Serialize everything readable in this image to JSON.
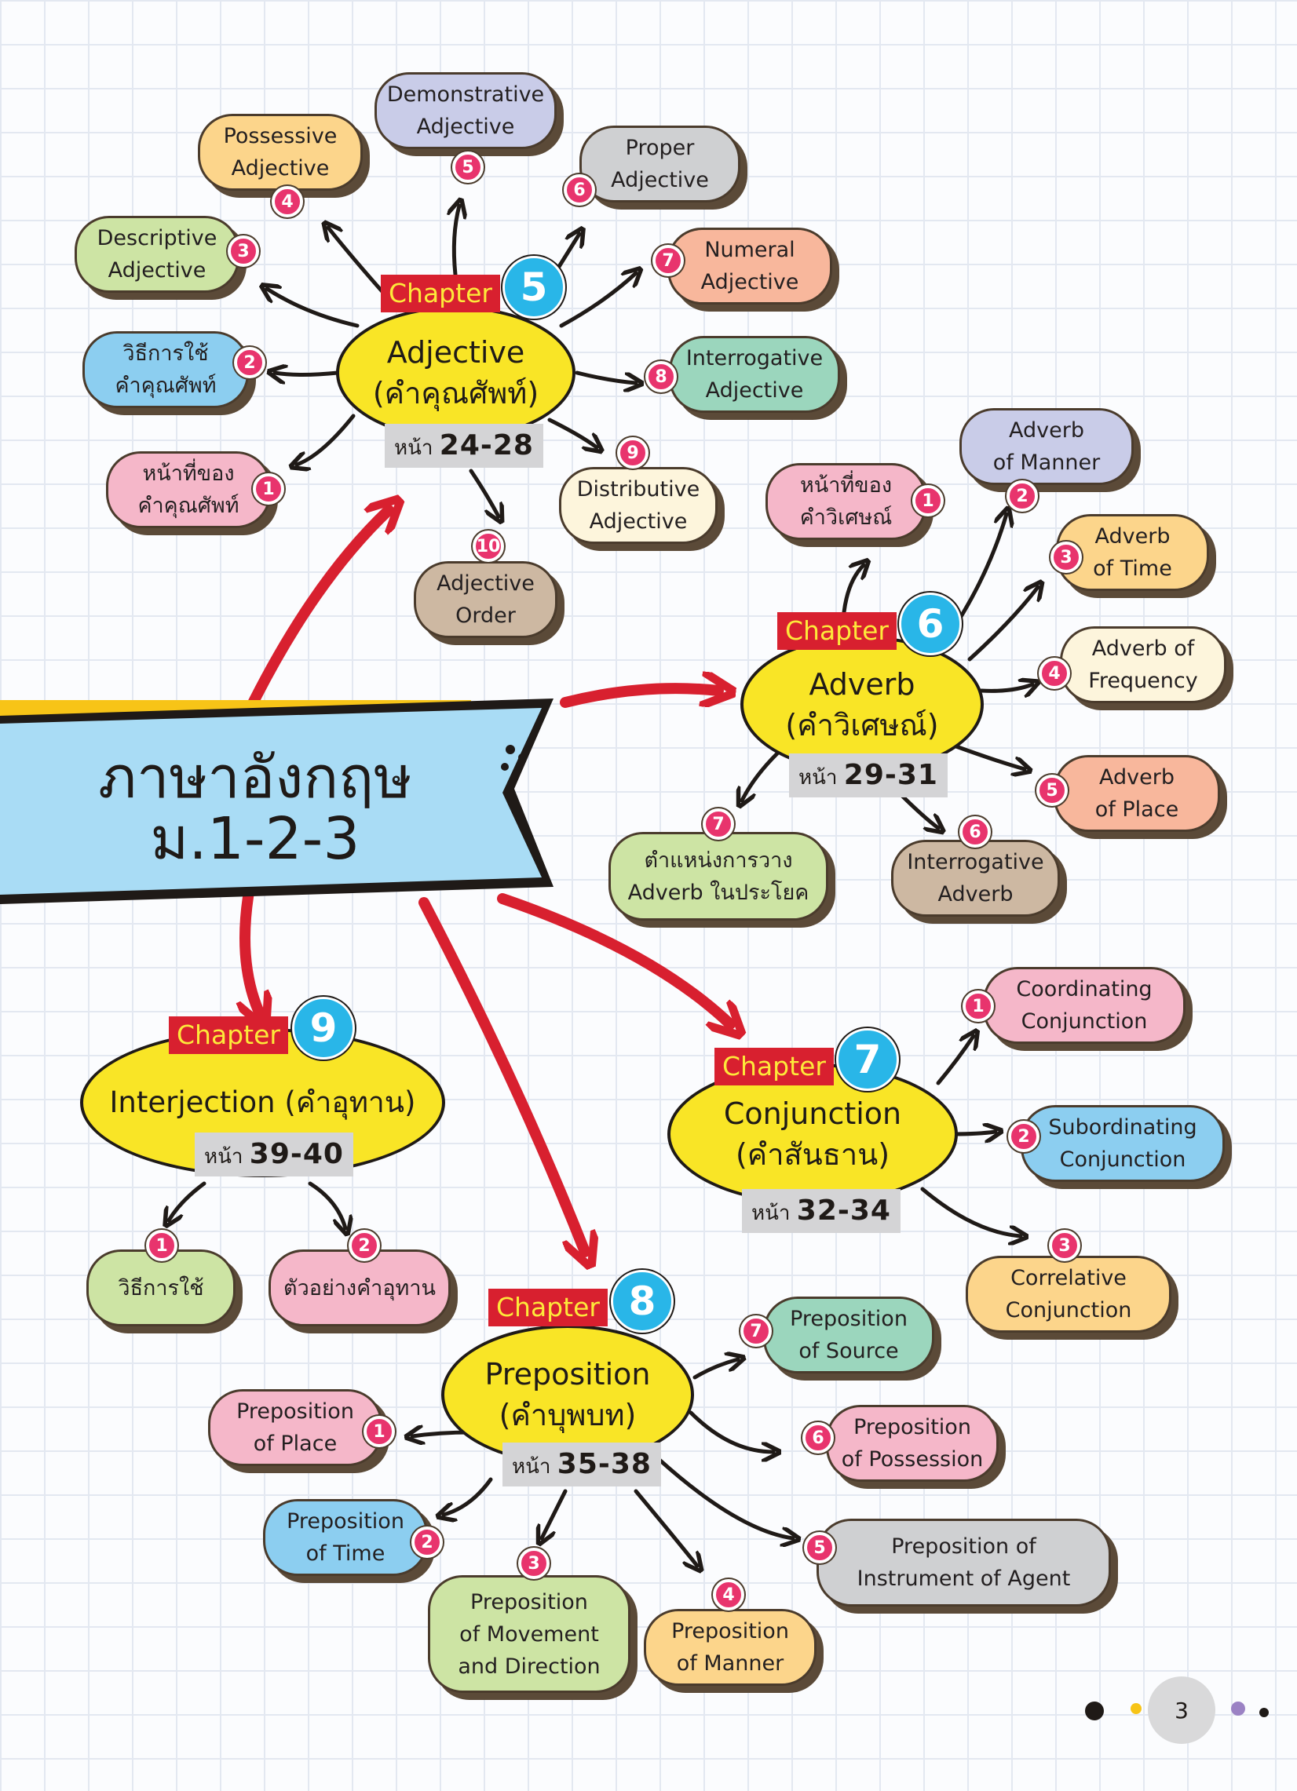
{
  "title": {
    "line1": "ภาษาอังกฤษ",
    "line2": "ม.1-2-3"
  },
  "chapters": {
    "adjective": {
      "chapter_label": "Chapter",
      "number": "5",
      "name": "Adjective\n(คำคุณศัพท์)",
      "pages_prefix": "หน้า",
      "pages_range": "24-28",
      "items": [
        {
          "num": "1",
          "label": "หน้าที่ของ\nคำคุณศัพท์",
          "color": "#f5b7c9"
        },
        {
          "num": "2",
          "label": "วิธีการใช้\nคำคุณศัพท์",
          "color": "#8ccef0"
        },
        {
          "num": "3",
          "label": "Descriptive\nAdjective",
          "color": "#cde4a4"
        },
        {
          "num": "4",
          "label": "Possessive\nAdjective",
          "color": "#fcd58b"
        },
        {
          "num": "5",
          "label": "Demonstrative\nAdjective",
          "color": "#c9cce8"
        },
        {
          "num": "6",
          "label": "Proper\nAdjective",
          "color": "#cfd0d2"
        },
        {
          "num": "7",
          "label": "Numeral\nAdjective",
          "color": "#f8b79c"
        },
        {
          "num": "8",
          "label": "Interrogative\nAdjective",
          "color": "#9bd6bd"
        },
        {
          "num": "9",
          "label": "Distributive\nAdjective",
          "color": "#fdf5dc"
        },
        {
          "num": "10",
          "label": "Adjective\nOrder",
          "color": "#cdb8a2"
        }
      ]
    },
    "adverb": {
      "chapter_label": "Chapter",
      "number": "6",
      "name": "Adverb\n(คำวิเศษณ์)",
      "pages_prefix": "หน้า",
      "pages_range": "29-31",
      "items": [
        {
          "num": "1",
          "label": "หน้าที่ของ\nคำวิเศษณ์",
          "color": "#f5b7c9"
        },
        {
          "num": "2",
          "label": "Adverb\nof Manner",
          "color": "#c9cce8"
        },
        {
          "num": "3",
          "label": "Adverb\nof Time",
          "color": "#fcd58b"
        },
        {
          "num": "4",
          "label": "Adverb of\nFrequency",
          "color": "#fdf5dc"
        },
        {
          "num": "5",
          "label": "Adverb\nof Place",
          "color": "#f8b79c"
        },
        {
          "num": "6",
          "label": "Interrogative\nAdverb",
          "color": "#cdb8a2"
        },
        {
          "num": "7",
          "label": "ตำแหน่งการวาง\nAdverb ในประโยค",
          "color": "#cde4a4"
        }
      ]
    },
    "conjunction": {
      "chapter_label": "Chapter",
      "number": "7",
      "name": "Conjunction\n(คำสันธาน)",
      "pages_prefix": "หน้า",
      "pages_range": "32-34",
      "items": [
        {
          "num": "1",
          "label": "Coordinating\nConjunction",
          "color": "#f5b7c9"
        },
        {
          "num": "2",
          "label": "Subordinating\nConjunction",
          "color": "#8ccef0"
        },
        {
          "num": "3",
          "label": "Correlative\nConjunction",
          "color": "#fcd58b"
        }
      ]
    },
    "preposition": {
      "chapter_label": "Chapter",
      "number": "8",
      "name": "Preposition\n(คำบุพบท)",
      "pages_prefix": "หน้า",
      "pages_range": "35-38",
      "items": [
        {
          "num": "1",
          "label": "Preposition\nof Place",
          "color": "#f5b7c9"
        },
        {
          "num": "2",
          "label": "Preposition\nof Time",
          "color": "#8ccef0"
        },
        {
          "num": "3",
          "label": "Preposition\nof Movement\nand Direction",
          "color": "#cde4a4"
        },
        {
          "num": "4",
          "label": "Preposition\nof Manner",
          "color": "#fcd58b"
        },
        {
          "num": "5",
          "label": "Preposition of\nInstrument of Agent",
          "color": "#cfd0d2"
        },
        {
          "num": "6",
          "label": "Preposition\nof Possession",
          "color": "#f5b7c9"
        },
        {
          "num": "7",
          "label": "Preposition\nof Source",
          "color": "#9bd6bd"
        }
      ]
    },
    "interjection": {
      "chapter_label": "Chapter",
      "number": "9",
      "name": "Interjection (คำอุทาน)",
      "pages_prefix": "หน้า",
      "pages_range": "39-40",
      "items": [
        {
          "num": "1",
          "label": "วิธีการใช้",
          "color": "#cde4a4"
        },
        {
          "num": "2",
          "label": "ตัวอย่างคำอุทาน",
          "color": "#f5b7c9"
        }
      ]
    }
  },
  "page_number": "3"
}
